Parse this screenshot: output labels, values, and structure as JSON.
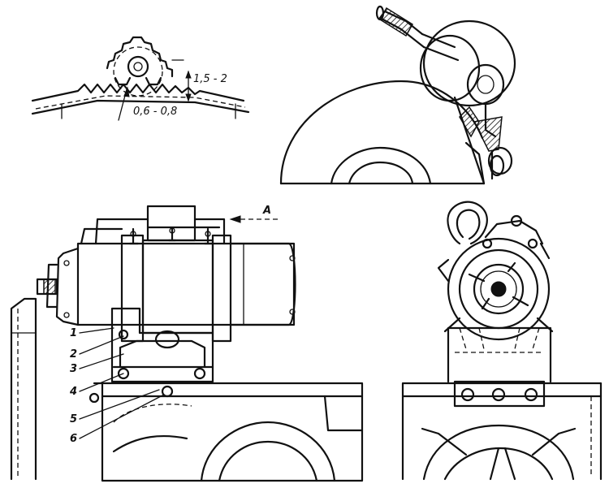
{
  "gear_detail": {
    "clearance_label": "1,5 - 2",
    "backlash_label": "0,6 - 0,8"
  },
  "side_view": {
    "view_marker": "A",
    "callouts": [
      "1",
      "2",
      "3",
      "4",
      "5",
      "6"
    ]
  }
}
